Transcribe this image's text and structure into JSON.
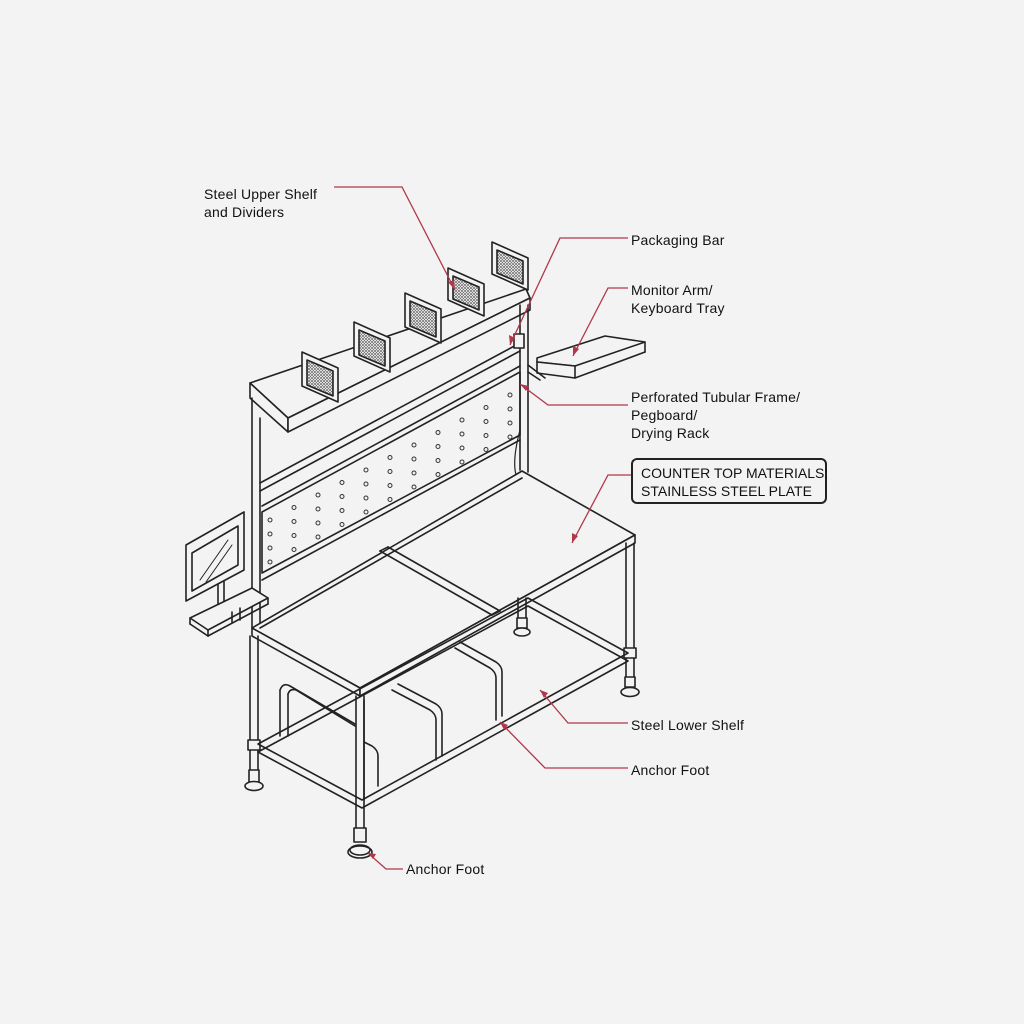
{
  "diagram": {
    "colors": {
      "background": "#f3f3f3",
      "line": "#222222",
      "leader": "#b0384a",
      "mesh": "#6a6a6a"
    },
    "labels": {
      "upper_shelf": [
        "Steel Upper Shelf",
        "and Dividers"
      ],
      "packaging_bar": [
        "Packaging Bar"
      ],
      "monitor_arm": [
        "Monitor Arm/",
        "Keyboard Tray"
      ],
      "pegboard": [
        "Perforated Tubular Frame/",
        "Pegboard/",
        "Drying Rack"
      ],
      "lower_shelf": [
        "Steel Lower Shelf"
      ],
      "anchor_foot_right": [
        "Anchor Foot"
      ],
      "anchor_foot_bottom": [
        "Anchor Foot"
      ]
    },
    "callout": {
      "line1": "COUNTER TOP MATERIALS:",
      "line2": "STAINLESS STEEL PLATE"
    }
  }
}
